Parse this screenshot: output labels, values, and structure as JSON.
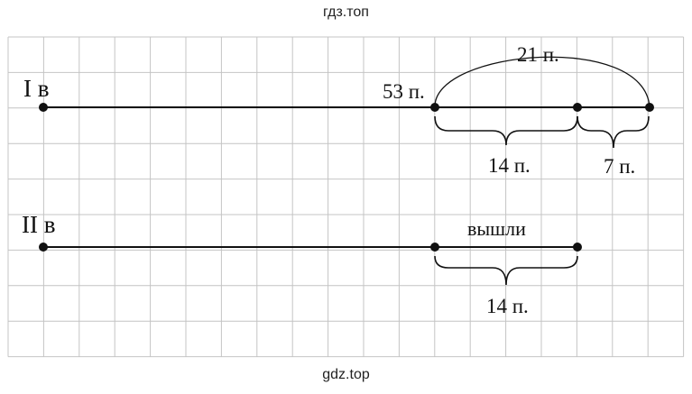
{
  "watermark_top": "гдз.топ",
  "watermark_bottom": "gdz.top",
  "colors": {
    "grid": "#c4c4c4",
    "ink": "#111111"
  },
  "row1": {
    "label": "I в",
    "segment_label": "53 п.",
    "arc_label": "21 п.",
    "brace_a_label": "14 п.",
    "brace_b_label": "7 п."
  },
  "row2": {
    "label": "II в",
    "segment_note": "вышли",
    "brace_label": "14 п."
  }
}
